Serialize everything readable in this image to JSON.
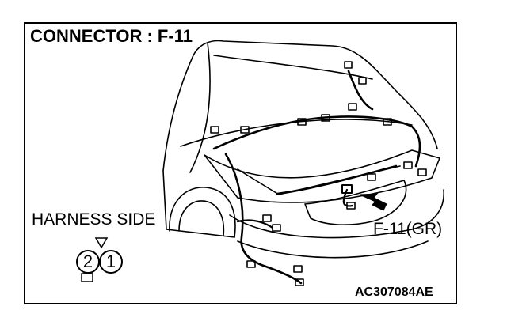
{
  "title": "CONNECTOR : F-11",
  "harness_side_label": "HARNESS SIDE",
  "callout_label": "F-11(GR)",
  "figure_code": "AC307084AE",
  "connector_pins": [
    "2",
    "1"
  ],
  "colors": {
    "line": "#000000",
    "background": "#ffffff"
  },
  "icons": [
    "arrow-icon",
    "lock-tab-icon",
    "key-indicator-icon"
  ]
}
